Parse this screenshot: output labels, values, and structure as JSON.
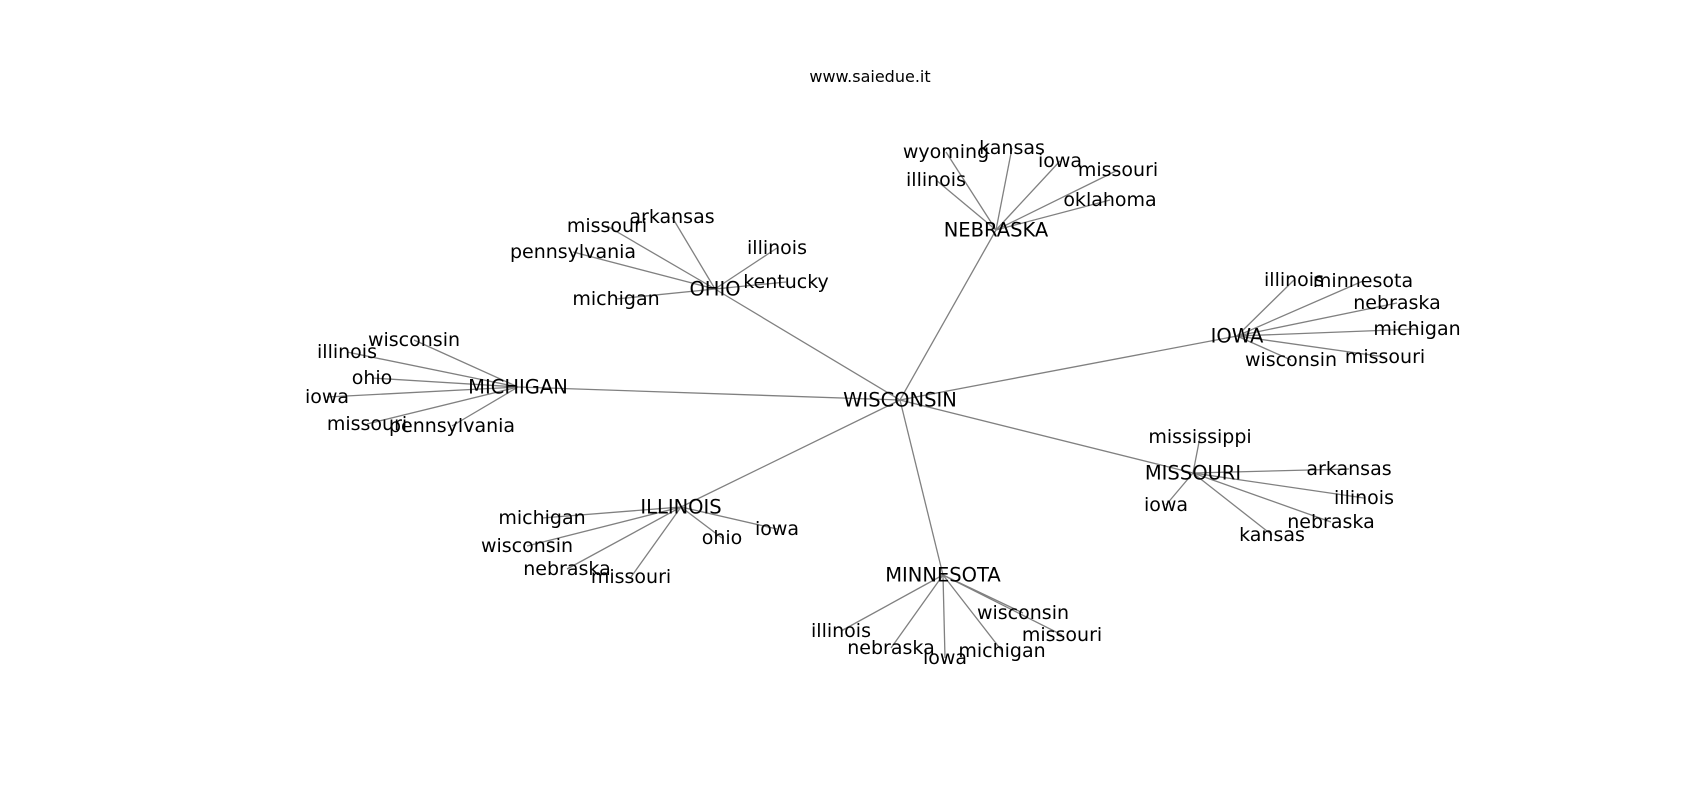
{
  "title": "www.saiedue.it",
  "graph": {
    "root": "WISCONSIN",
    "hubs": [
      {
        "id": "nebraska",
        "label": "NEBRASKA",
        "leaves": [
          "wyoming",
          "kansas",
          "illinois",
          "iowa",
          "missouri",
          "oklahoma"
        ]
      },
      {
        "id": "ohio",
        "label": "OHIO",
        "leaves": [
          "arkansas",
          "missouri",
          "pennsylvania",
          "illinois",
          "kentucky",
          "michigan"
        ]
      },
      {
        "id": "iowa",
        "label": "IOWA",
        "leaves": [
          "illinois",
          "minnesota",
          "nebraska",
          "michigan",
          "missouri",
          "wisconsin"
        ]
      },
      {
        "id": "michigan",
        "label": "MICHIGAN",
        "leaves": [
          "wisconsin",
          "illinois",
          "ohio",
          "iowa",
          "missouri",
          "pennsylvania"
        ]
      },
      {
        "id": "missouri",
        "label": "MISSOURI",
        "leaves": [
          "mississippi",
          "arkansas",
          "illinois",
          "iowa",
          "nebraska",
          "kansas"
        ]
      },
      {
        "id": "illinois",
        "label": "ILLINOIS",
        "leaves": [
          "michigan",
          "wisconsin",
          "nebraska",
          "missouri",
          "ohio",
          "iowa"
        ]
      },
      {
        "id": "minnesota",
        "label": "MINNESOTA",
        "leaves": [
          "wisconsin",
          "missouri",
          "illinois",
          "nebraska",
          "iowa",
          "michigan"
        ]
      }
    ]
  },
  "colors": {
    "edge": "#808080",
    "text": "#000000",
    "background": "#ffffff"
  }
}
